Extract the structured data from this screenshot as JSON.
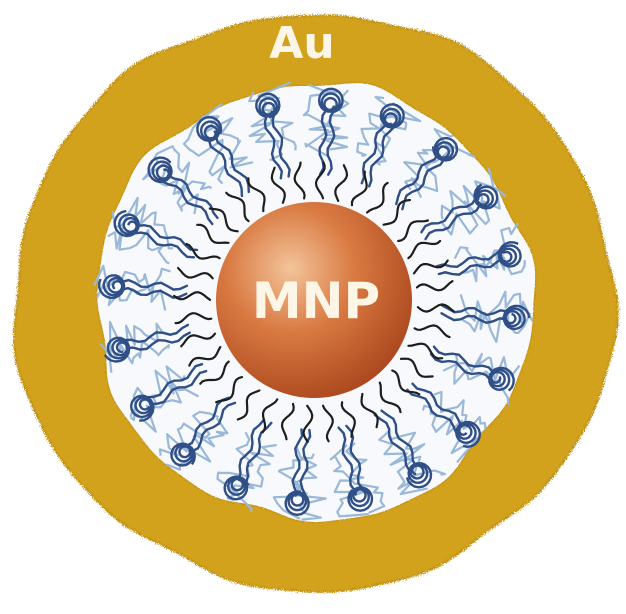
{
  "labels": {
    "shell": "Au",
    "core": "MNP"
  },
  "colors": {
    "background": "#ffffff",
    "gold_shell": "#d3a21b",
    "gold_shell_edge": "#c29212",
    "inner_fill": "#f7f9fc",
    "core_light": "#f3c49a",
    "core_mid": "#d97a42",
    "core_dark": "#a9451c",
    "ligand": "#1e1e1e",
    "polymer_dark": "#2f4f86",
    "polymer_light": "#9ab8d8",
    "label_text": "#fdf6e6"
  },
  "ligand_count": 36,
  "polymer_count": 20
}
